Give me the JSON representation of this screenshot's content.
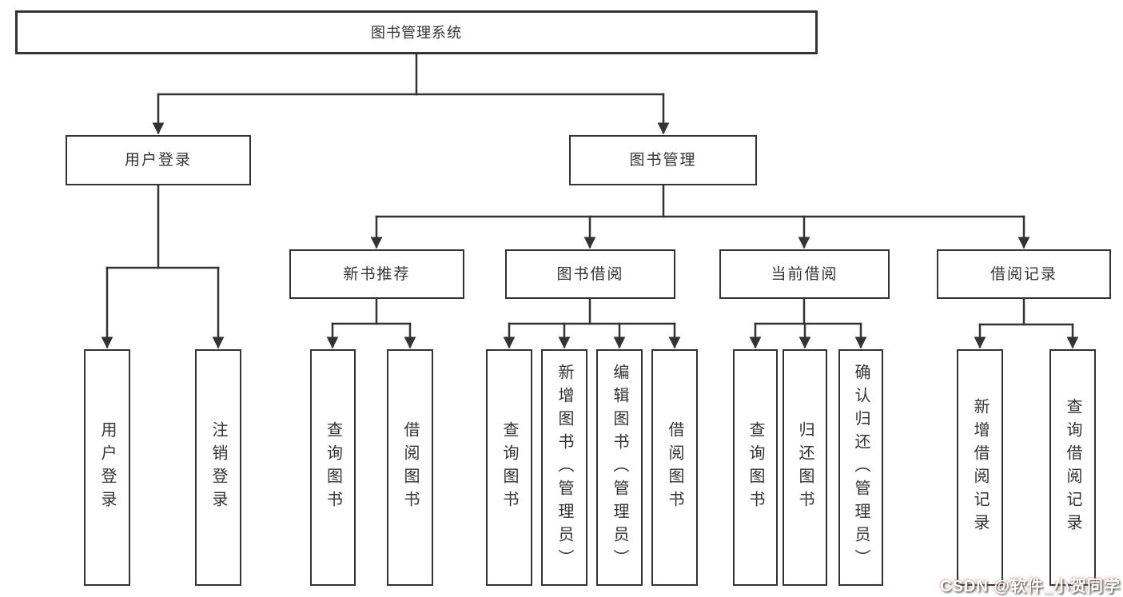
{
  "page": {
    "background": "#ffffff",
    "watermark": "CSDN @软件_小贺同学"
  },
  "colors": {
    "line": "#333333",
    "box_border": "#333333",
    "text": "#333333",
    "watermark_text": "#ffffff"
  },
  "diagram": {
    "type": "hierarchy-tree",
    "root": {
      "label": "图书管理系统"
    },
    "level2": {
      "user_login": {
        "label": "用户登录"
      },
      "book_management": {
        "label": "图书管理"
      }
    },
    "level3": {
      "new_book_recommend": {
        "label": "新书推荐",
        "parent": "图书管理"
      },
      "book_borrow": {
        "label": "图书借阅",
        "parent": "图书管理"
      },
      "current_borrow": {
        "label": "当前借阅",
        "parent": "图书管理"
      },
      "borrow_records": {
        "label": "借阅记录",
        "parent": "图书管理"
      }
    },
    "leaves": {
      "user_login": [
        "用户登录",
        "注销登录"
      ],
      "new_book_recommend": [
        "查询图书",
        "借阅图书"
      ],
      "book_borrow": [
        "查询图书",
        "新增图书（管理员）",
        "编辑图书（管理员）",
        "借阅图书"
      ],
      "current_borrow": [
        "查询图书",
        "归还图书",
        "确认归还（管理员）"
      ],
      "borrow_records": [
        "新增借阅记录",
        "查询借阅记录"
      ]
    }
  }
}
